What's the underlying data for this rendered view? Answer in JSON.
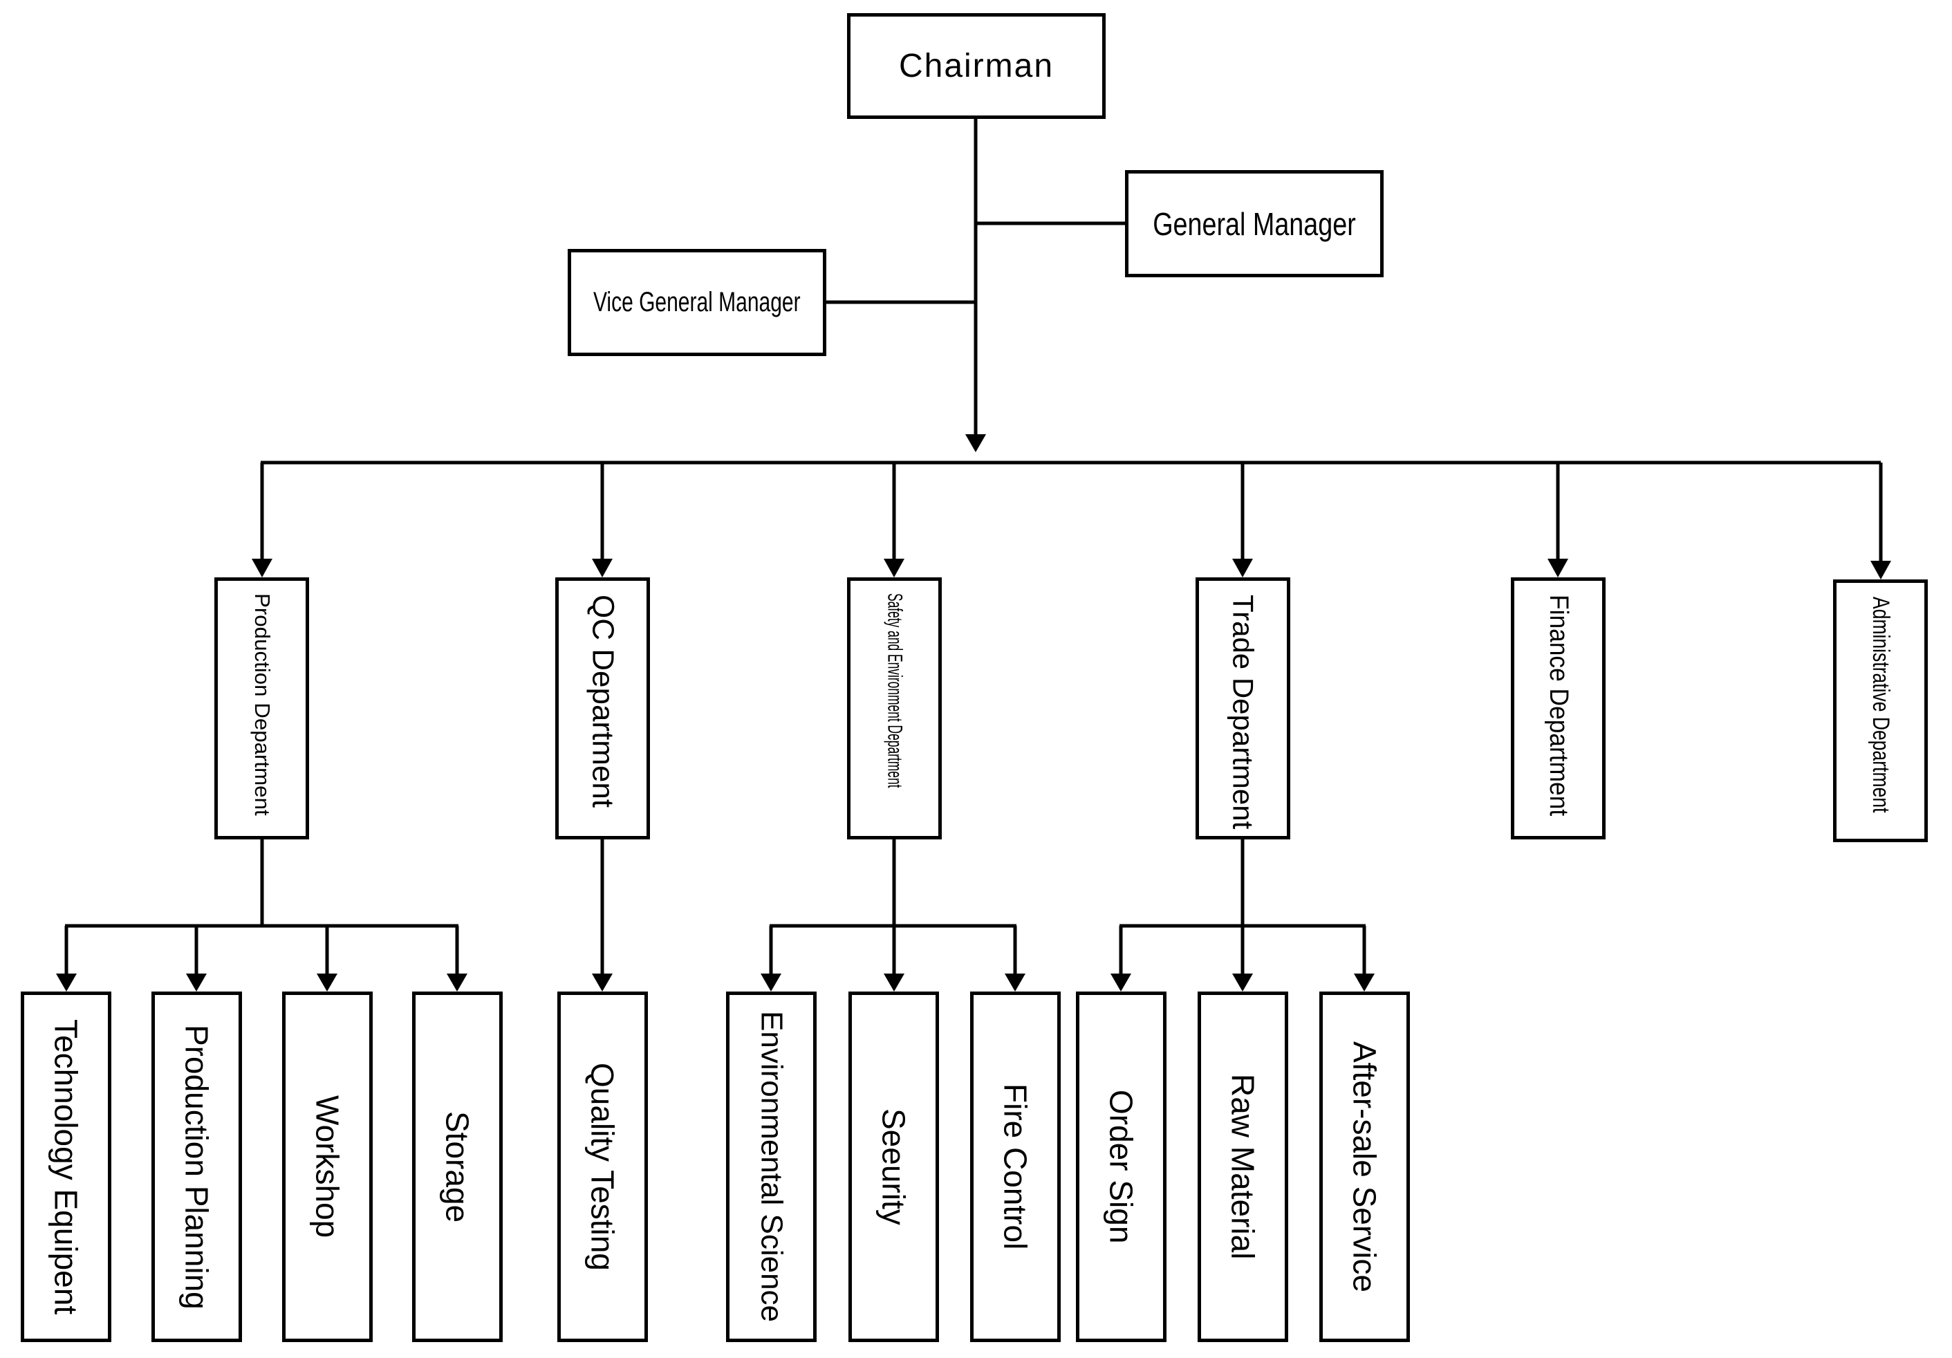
{
  "chart": {
    "chairman": "Chairman",
    "general_manager": "General Manager",
    "vice_general_manager": "Vice General Manager",
    "departments": {
      "production": "Production Department",
      "qc": "QC Department",
      "safety": "Safety and Environment Department",
      "trade": "Trade Department",
      "finance": "Finance Department",
      "administrative": "Administrative Department"
    },
    "sections": {
      "technology_equipent": "Technology Equipent",
      "production_planning": "Production Planning",
      "workshop": "Workshop",
      "storage": "Storage",
      "quality_testing": "Quality Testing",
      "environmental_science": "Environmental Science",
      "seeurity": "Seeurity",
      "fire_control": "Fire Control",
      "order_sign": "Order Sign",
      "raw_material": "Raw Material",
      "after_sale_service": "After-sale Service"
    }
  }
}
